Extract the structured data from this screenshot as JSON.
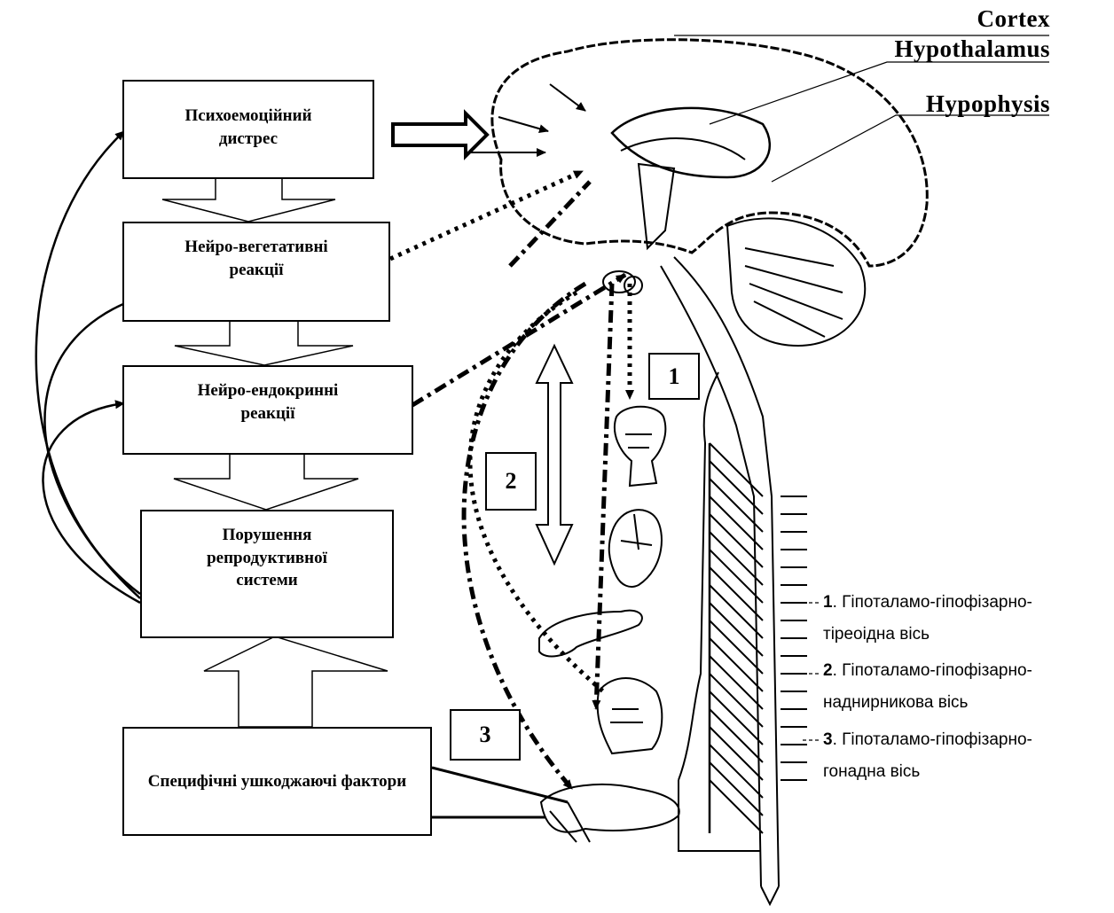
{
  "boxes": {
    "psychoemotional_distress": "Психоемоційний дистрес",
    "neuro_vegetative": "Нейро-вегетативні реакції",
    "neuro_endocrine": "Нейро-ендокринні реакції",
    "reproductive_disorders": "Порушення репродуктивної системи",
    "specific_damaging_factors": "Специфічні ушкоджаючі фактори"
  },
  "anatomy_labels": {
    "cortex": "Cortex",
    "hypothalamus": "Hypothalamus",
    "hypophysis": "Hypophysis"
  },
  "axis_numbers": [
    "1",
    "2",
    "3"
  ],
  "legend": [
    {
      "num": "1",
      "line1": ". Гіпоталамо-гіпофізарно-",
      "line2": "тіреоідна вісь"
    },
    {
      "num": "2",
      "line1": ". Гіпоталамо-гіпофізарно-",
      "line2": "наднирникова вісь"
    },
    {
      "num": "3",
      "line1": ". Гіпоталамо-гіпофізарно-",
      "line2": "гонадна вісь"
    }
  ]
}
